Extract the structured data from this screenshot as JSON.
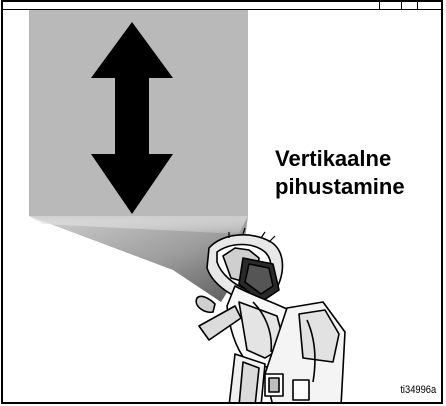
{
  "caption": {
    "line1": "Vertikaalne",
    "line2": "pihustamine"
  },
  "figure_id": "ti34996a",
  "icons": {
    "arrow": "double-headed-vertical-arrow-icon",
    "gun": "spray-gun-illustration"
  },
  "colors": {
    "spray_pattern": "#b8b8b8",
    "arrow": "#000000",
    "border": "#000000"
  }
}
